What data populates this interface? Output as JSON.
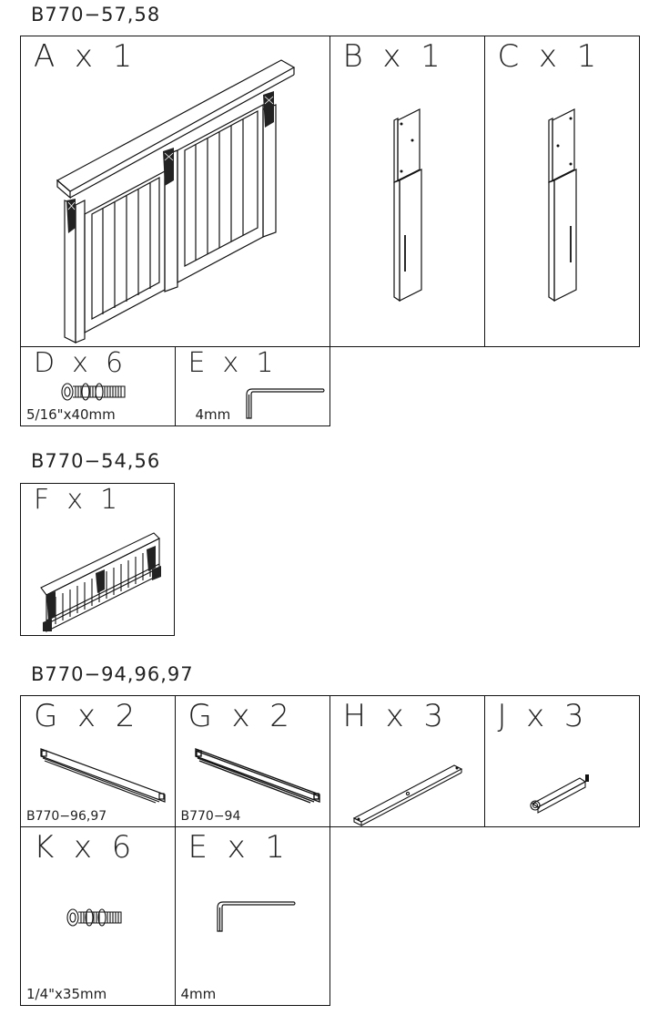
{
  "groups": [
    {
      "title": "B770−57,58",
      "parts": [
        {
          "letter": "A",
          "qty_label": "A  x  1"
        },
        {
          "letter": "B",
          "qty_label": "B  x  1"
        },
        {
          "letter": "C",
          "qty_label": "C  x  1"
        },
        {
          "letter": "D",
          "qty_label": "D  x  6",
          "spec": "5/16\"x40mm"
        },
        {
          "letter": "E",
          "qty_label": "E  x  1",
          "spec": "4mm"
        }
      ]
    },
    {
      "title": "B770−54,56",
      "parts": [
        {
          "letter": "F",
          "qty_label": "F  x  1"
        }
      ]
    },
    {
      "title": "B770−94,96,97",
      "parts": [
        {
          "letter": "G",
          "qty_label": "G  x  2",
          "spec": "B770−96,97"
        },
        {
          "letter": "G",
          "qty_label": "G  x  2",
          "spec": "B770−94"
        },
        {
          "letter": "H",
          "qty_label": "H  x  3"
        },
        {
          "letter": "J",
          "qty_label": "J  x  3"
        },
        {
          "letter": "K",
          "qty_label": "K  x  6",
          "spec": "1/4\"x35mm"
        },
        {
          "letter": "E",
          "qty_label": "E  x  1",
          "spec": "4mm"
        }
      ]
    }
  ]
}
